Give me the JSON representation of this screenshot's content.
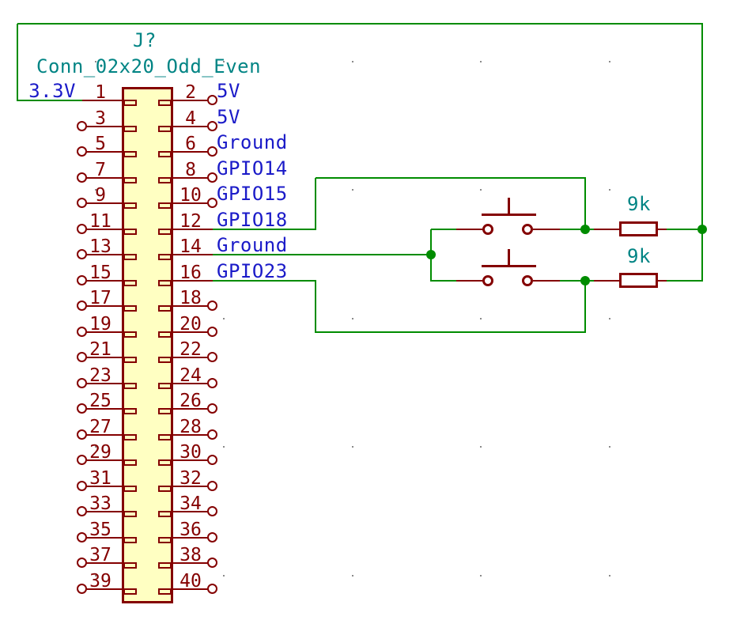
{
  "colors": {
    "background": "#FFFFFF",
    "wire": "#008C00",
    "component": "#840000",
    "body_fill": "#FFFFC2",
    "net_label": "#1A1AC8",
    "field_text": "#008484",
    "pin_number": "#840000",
    "grid_dot": "#8A8A8A"
  },
  "schematic": {
    "connector": {
      "reference": "J?",
      "value": "Conn_02x20_Odd_Even",
      "left_pins": [
        {
          "num": "1",
          "label": "3.3V",
          "wired": true
        },
        {
          "num": "3"
        },
        {
          "num": "5"
        },
        {
          "num": "7"
        },
        {
          "num": "9"
        },
        {
          "num": "11"
        },
        {
          "num": "13"
        },
        {
          "num": "15"
        },
        {
          "num": "17"
        },
        {
          "num": "19"
        },
        {
          "num": "21"
        },
        {
          "num": "23"
        },
        {
          "num": "25"
        },
        {
          "num": "27"
        },
        {
          "num": "29"
        },
        {
          "num": "31"
        },
        {
          "num": "33"
        },
        {
          "num": "35"
        },
        {
          "num": "37"
        },
        {
          "num": "39"
        }
      ],
      "right_pins": [
        {
          "num": "2",
          "label": "5V"
        },
        {
          "num": "4",
          "label": "5V"
        },
        {
          "num": "6",
          "label": "Ground"
        },
        {
          "num": "8",
          "label": "GPIO14"
        },
        {
          "num": "10",
          "label": "GPIO15"
        },
        {
          "num": "12",
          "label": "GPIO18",
          "wired": true
        },
        {
          "num": "14",
          "label": "Ground",
          "wired": true
        },
        {
          "num": "16",
          "label": "GPIO23",
          "wired": true
        },
        {
          "num": "18"
        },
        {
          "num": "20"
        },
        {
          "num": "22"
        },
        {
          "num": "24"
        },
        {
          "num": "26"
        },
        {
          "num": "28"
        },
        {
          "num": "30"
        },
        {
          "num": "32"
        },
        {
          "num": "34"
        },
        {
          "num": "36"
        },
        {
          "num": "38"
        },
        {
          "num": "40"
        }
      ]
    },
    "switches": [
      {
        "type": "push-button"
      },
      {
        "type": "push-button"
      }
    ],
    "resistors": [
      {
        "value": "9k"
      },
      {
        "value": "9k"
      }
    ]
  }
}
